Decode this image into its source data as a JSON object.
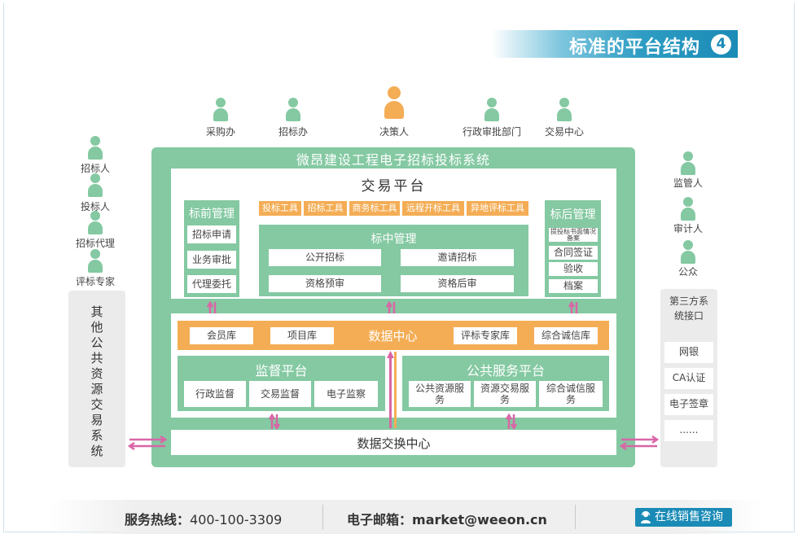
{
  "title": {
    "text": "标准的平台结构",
    "number": "4"
  },
  "top_roles": [
    {
      "label": "采购办",
      "highlight": false
    },
    {
      "label": "招标办",
      "highlight": false
    },
    {
      "label": "决策人",
      "highlight": true
    },
    {
      "label": "行政审批部门",
      "highlight": false
    },
    {
      "label": "交易中心",
      "highlight": false
    }
  ],
  "left_roles": [
    "招标人",
    "投标人",
    "招标代理",
    "评标专家"
  ],
  "right_roles": [
    "监管人",
    "审计人",
    "公众"
  ],
  "left_panel": {
    "text": "其他公共资源交易系统"
  },
  "right_panel": {
    "title": "第三方系统接口",
    "items": [
      "网银",
      "CA认证",
      "电子签章",
      "......"
    ]
  },
  "system": {
    "title": "微昂建设工程电子招标投标系统",
    "trade_platform": {
      "title": "交易平台",
      "pre_mgmt": {
        "title": "标前管理",
        "items": [
          "招标申请",
          "业务审批",
          "代理委托"
        ]
      },
      "tools": [
        "投标工具",
        "招标工具",
        "商务标工具",
        "远程开标工具",
        "异地评标工具"
      ],
      "mid_mgmt": {
        "title": "标中管理",
        "items": [
          "公开招标",
          "邀请招标",
          "资格预审",
          "资格后审"
        ]
      },
      "post_mgmt": {
        "title": "标后管理",
        "items": [
          "提投标书面情况备案",
          "合同签证",
          "验收",
          "档案"
        ]
      }
    },
    "data_center": {
      "title": "数据中心",
      "items": [
        "会员库",
        "项目库",
        "评标专家库",
        "综合诚信库"
      ]
    },
    "supervision": {
      "title": "监督平台",
      "items": [
        "行政监督",
        "交易监督",
        "电子监察"
      ]
    },
    "public_service": {
      "title": "公共服务平台",
      "items": [
        "公共资源服务",
        "资源交易服务",
        "综合诚信服务"
      ]
    },
    "exchange": {
      "title": "数据交换中心"
    }
  },
  "footer": {
    "hotline_label": "服务热线：",
    "hotline": "400-100-3309",
    "email_label": "电子邮箱：",
    "email": "market@weeon.cn",
    "online_button": "在线销售咨询"
  },
  "colors": {
    "green": "#84c9a2",
    "orange": "#f4ad55",
    "blue": "#1a8bb6",
    "arrow": "#d866a6",
    "gray": "#ebebeb"
  }
}
